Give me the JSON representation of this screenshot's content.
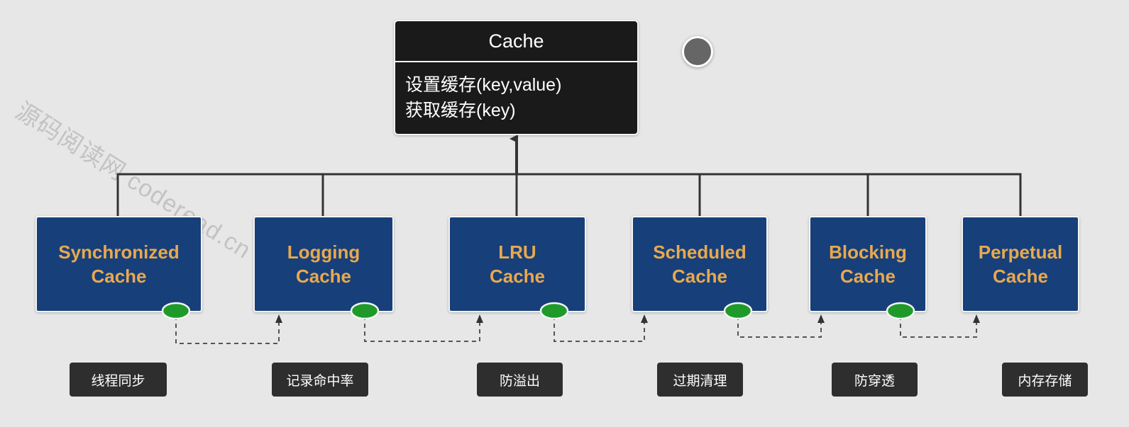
{
  "watermark": "源码阅读网 coderead.cn",
  "interface": {
    "title": "Cache",
    "methods": [
      "设置缓存(key,value)",
      "获取缓存(key)"
    ]
  },
  "implementations": [
    {
      "name": "Synchronized\nCache",
      "tag": "线程同步"
    },
    {
      "name": "Logging\nCache",
      "tag": "记录命中率"
    },
    {
      "name": "LRU\nCache",
      "tag": "防溢出"
    },
    {
      "name": "Scheduled\nCache",
      "tag": "过期清理"
    },
    {
      "name": "Blocking\nCache",
      "tag": "防穿透"
    },
    {
      "name": "Perpetual\nCache",
      "tag": "内存存储"
    }
  ],
  "colors": {
    "background": "#e7e7e7",
    "interface_fill": "#1a1a1a",
    "impl_fill": "#173f7a",
    "impl_text": "#e8a94e",
    "tag_fill": "#2e2e2e",
    "connector": "#333333",
    "delegate_dot": "#1f9a2a"
  }
}
